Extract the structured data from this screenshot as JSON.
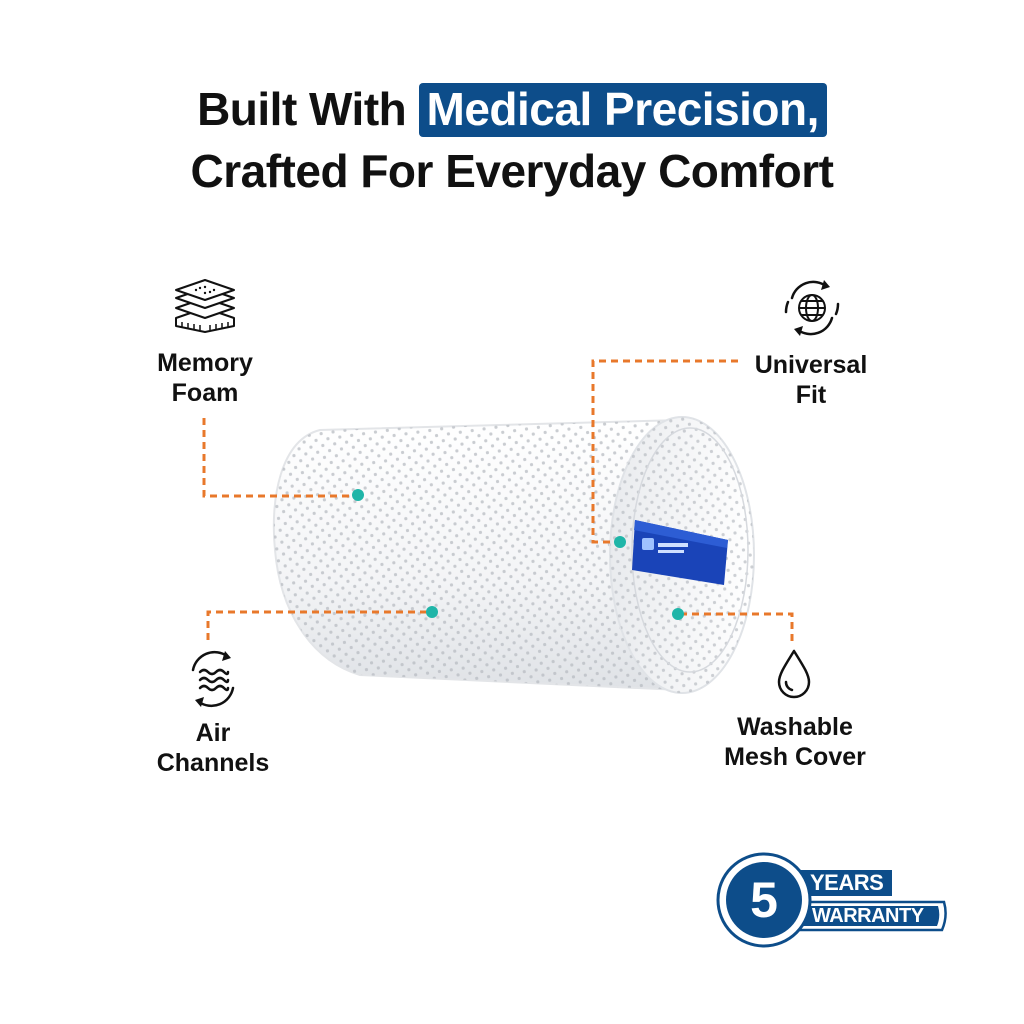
{
  "headline": {
    "line1_prefix": "Built With",
    "line1_highlight": "Medical Precision,",
    "line2": "Crafted For Everyday Comfort"
  },
  "features": {
    "memory_foam": {
      "line1": "Memory",
      "line2": "Foam",
      "icon": "foam-layers-icon"
    },
    "universal_fit": {
      "line1": "Universal",
      "line2": "Fit",
      "icon": "globe-cycle-icon"
    },
    "air_channels": {
      "line1": "Air",
      "line2": "Channels",
      "icon": "airflow-cycle-icon"
    },
    "washable": {
      "line1": "Washable",
      "line2": "Mesh Cover",
      "icon": "water-drop-icon"
    }
  },
  "warranty": {
    "number": "5",
    "line1": "YEARS",
    "line2": "WARRANTY"
  },
  "colors": {
    "brand_blue": "#0d4d8a",
    "leader_orange": "#e8782b",
    "dot_teal": "#1fb5a8",
    "tag_blue": "#1a44b8"
  }
}
